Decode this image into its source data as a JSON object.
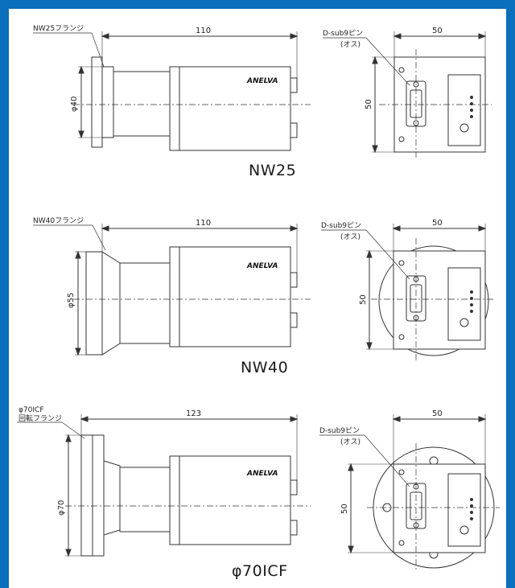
{
  "diagrams": [
    {
      "caption": "NW25",
      "flange_label": "NW25フランジ",
      "length_dim": "110",
      "diameter_dim": "φ40",
      "connector_label": "D-sub9ピン",
      "connector_sub": "(オス)",
      "width_dim": "50",
      "height_dim": "50",
      "logo": "ANELVA"
    },
    {
      "caption": "NW40",
      "flange_label": "NW40フランジ",
      "length_dim": "110",
      "diameter_dim": "φ55",
      "connector_label": "D-sub9ピン",
      "connector_sub": "(オス)",
      "width_dim": "50",
      "height_dim": "50",
      "logo": "ANELVA"
    },
    {
      "caption": "φ70ICF",
      "flange_label": "φ70ICF",
      "flange_label_2": "回転フランジ",
      "length_dim": "123",
      "diameter_dim": "φ70",
      "connector_label": "D-sub9ピン",
      "connector_sub": "(オス)",
      "width_dim": "50",
      "height_dim": "50",
      "logo": "ANELVA"
    }
  ],
  "colors": {
    "border": "#0a6fbd",
    "line": "#333333",
    "background": "#ffffff"
  }
}
